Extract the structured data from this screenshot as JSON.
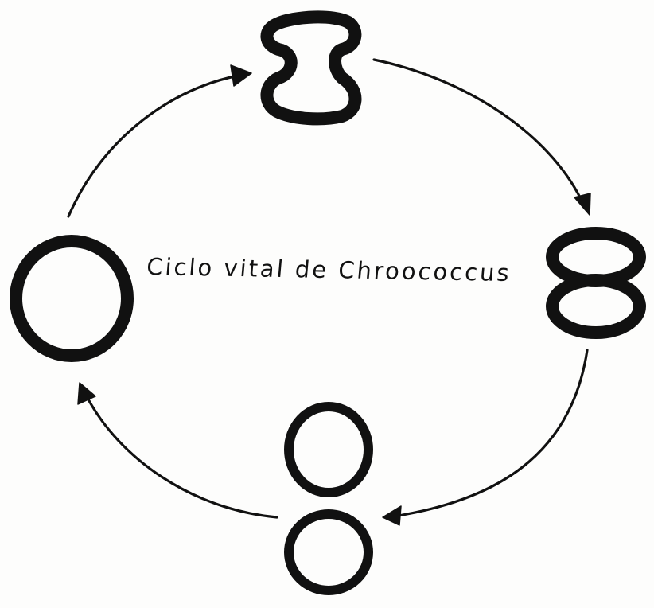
{
  "diagram": {
    "title": "Ciclo vital de Chroococcus",
    "ink_color": "#111111",
    "background_color": "#fdfdfc",
    "stages": [
      {
        "id": "single-cell",
        "description_icon": "single-circle-icon"
      },
      {
        "id": "dividing-cell",
        "description_icon": "hourglass-cell-icon"
      },
      {
        "id": "two-daughter-cells",
        "description_icon": "stacked-ovals-icon"
      },
      {
        "id": "separated-cells",
        "description_icon": "two-circles-icon"
      }
    ],
    "flow_direction": "clockwise"
  }
}
